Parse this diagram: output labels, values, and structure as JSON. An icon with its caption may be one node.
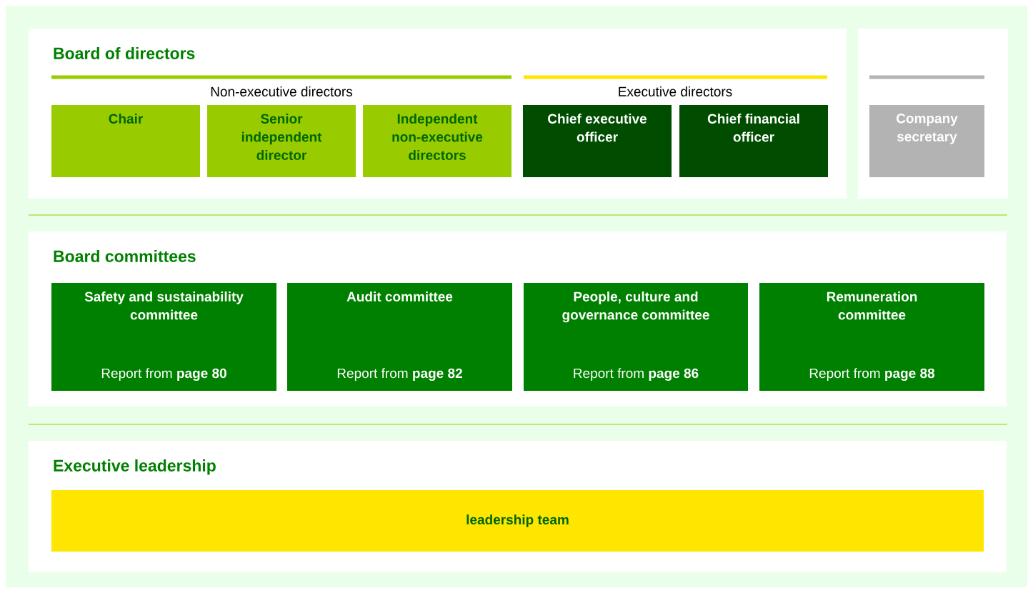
{
  "diagram": {
    "nodes": [
      {
        "text": [
          "Board of directors"
        ]
      },
      {
        "text": [],
        "shape": "box"
      },
      {
        "text": [
          "Chair"
        ],
        "in": 0
      },
      {
        "text": [
          "Senior independent director"
        ],
        "in": 0
      },
      {
        "text": [
          "Independent non-executive directors"
        ],
        "in": 0
      },
      {
        "text": [
          "Chief executive officer"
        ],
        "in": 0
      },
      {
        "text": [
          "Chief financial officer"
        ],
        "in": 0
      },
      {
        "text": [
          "Company secretary"
        ],
        "in": 1
      },
      {
        "text": [
          "Board committees"
        ]
      },
      {
        "text": [
          "Safety and sustainability committee",
          "Report from **page 80**"
        ],
        "in": 8
      },
      {
        "text": [
          "Audit committee",
          "Report from **page 82**"
        ],
        "in": 8
      },
      {
        "text": [
          "People, culture and governance committee",
          "Report from **page 86**"
        ],
        "in": 8
      },
      {
        "text": [
          "Remuneration committee",
          "Report from **page 88**"
        ],
        "in": 8
      },
      {
        "text": [
          "Executive leadership"
        ]
      },
      {
        "text": [
          "leadership team"
        ],
        "in": 13
      }
    ],
    "labels": [
      "Non-executive directors",
      "Executive directors"
    ]
  }
}
